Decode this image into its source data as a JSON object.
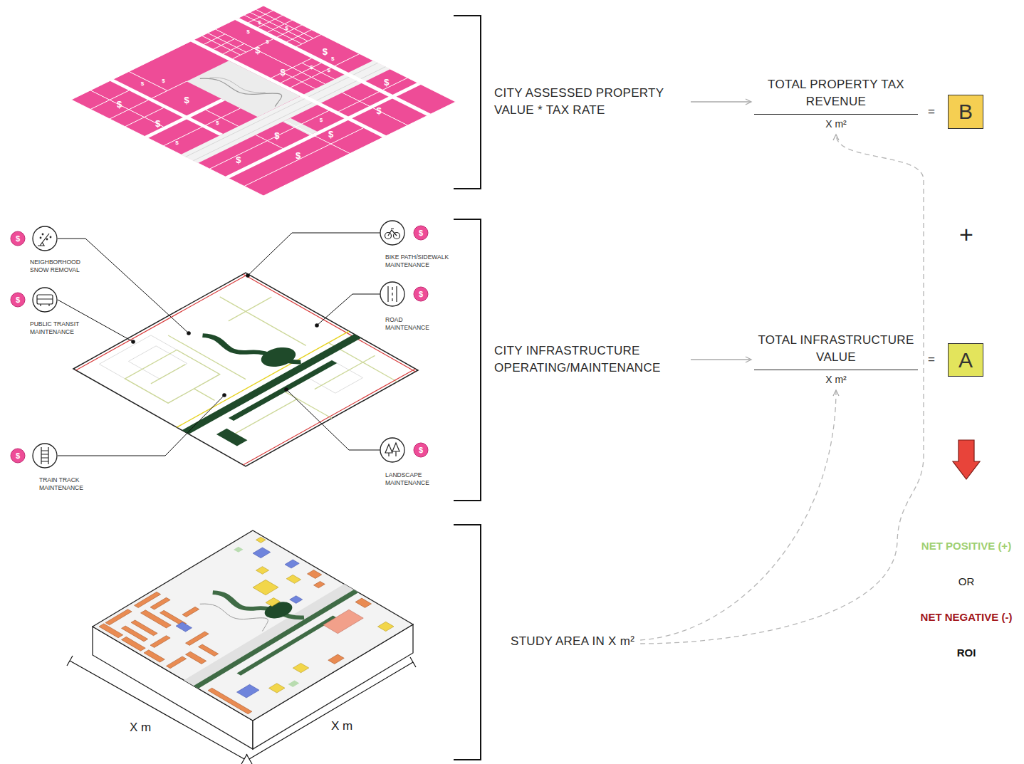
{
  "diagram": {
    "nodes": [
      {
        "text": [
          "CITY ASSESSED PROPERTY VALUE * TAX RATE"
        ]
      },
      {
        "text": [
          "TOTAL PROPERTY TAX REVENUE",
          "X m²"
        ]
      },
      {
        "text": [
          "B"
        ]
      },
      {
        "text": [
          "CITY INFRASTRUCTURE OPERATING/MAINTENANCE"
        ]
      },
      {
        "text": [
          "TOTAL INFRASTRUCTURE VALUE",
          "X m²"
        ]
      },
      {
        "text": [
          "A"
        ]
      },
      {
        "text": [
          "STUDY AREA IN X m²"
        ]
      }
    ],
    "edges": [
      {
        "from": 0,
        "to": 1,
        "arrow": "to"
      },
      {
        "from": 3,
        "to": 4,
        "arrow": "to"
      },
      {
        "from": 6,
        "to": 4,
        "arrow": "to"
      },
      {
        "from": 6,
        "to": 1,
        "arrow": "to"
      }
    ],
    "labels": [
      "=",
      "=",
      "+",
      "NET POSITIVE (+)",
      "OR",
      "NET NEGATIVE (-)",
      "ROI",
      "X m",
      "X m",
      "NEIGHBORHOOD SNOW REMOVAL",
      "PUBLIC TRANSIT MAINTENANCE",
      "TRAIN TRACK MAINTENANCE",
      "BIKE PATH/SIDEWALK MAINTENANCE",
      "ROAD MAINTENANCE",
      "LANDSCAPE MAINTENANCE",
      "$",
      "$",
      "$",
      "$",
      "$",
      "$",
      "$",
      "$",
      "$",
      "$",
      "$",
      "$",
      "$",
      "$",
      "$",
      "$",
      "$",
      "$",
      "$",
      "$",
      "$",
      "$",
      "$",
      "$",
      "$",
      "$",
      "$",
      "$",
      "$",
      "$"
    ]
  }
}
